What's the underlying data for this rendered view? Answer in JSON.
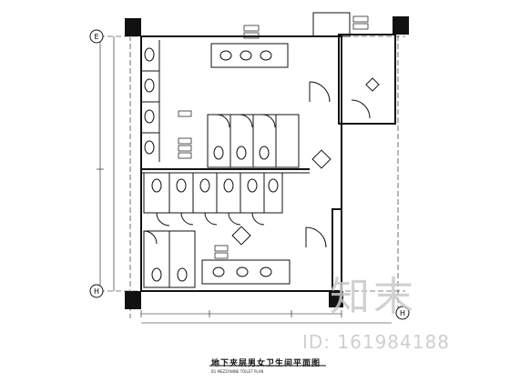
{
  "title": "地下夹层男女卫生间平面图",
  "subtitle": "B1 MEZZANINE TOILET PLAN",
  "watermark": {
    "brand": "知末",
    "id_label": "ID:",
    "id_value": "161984188"
  },
  "grid_markers": {
    "top_left": "E",
    "bottom_left": "H",
    "bottom_right": "H"
  }
}
